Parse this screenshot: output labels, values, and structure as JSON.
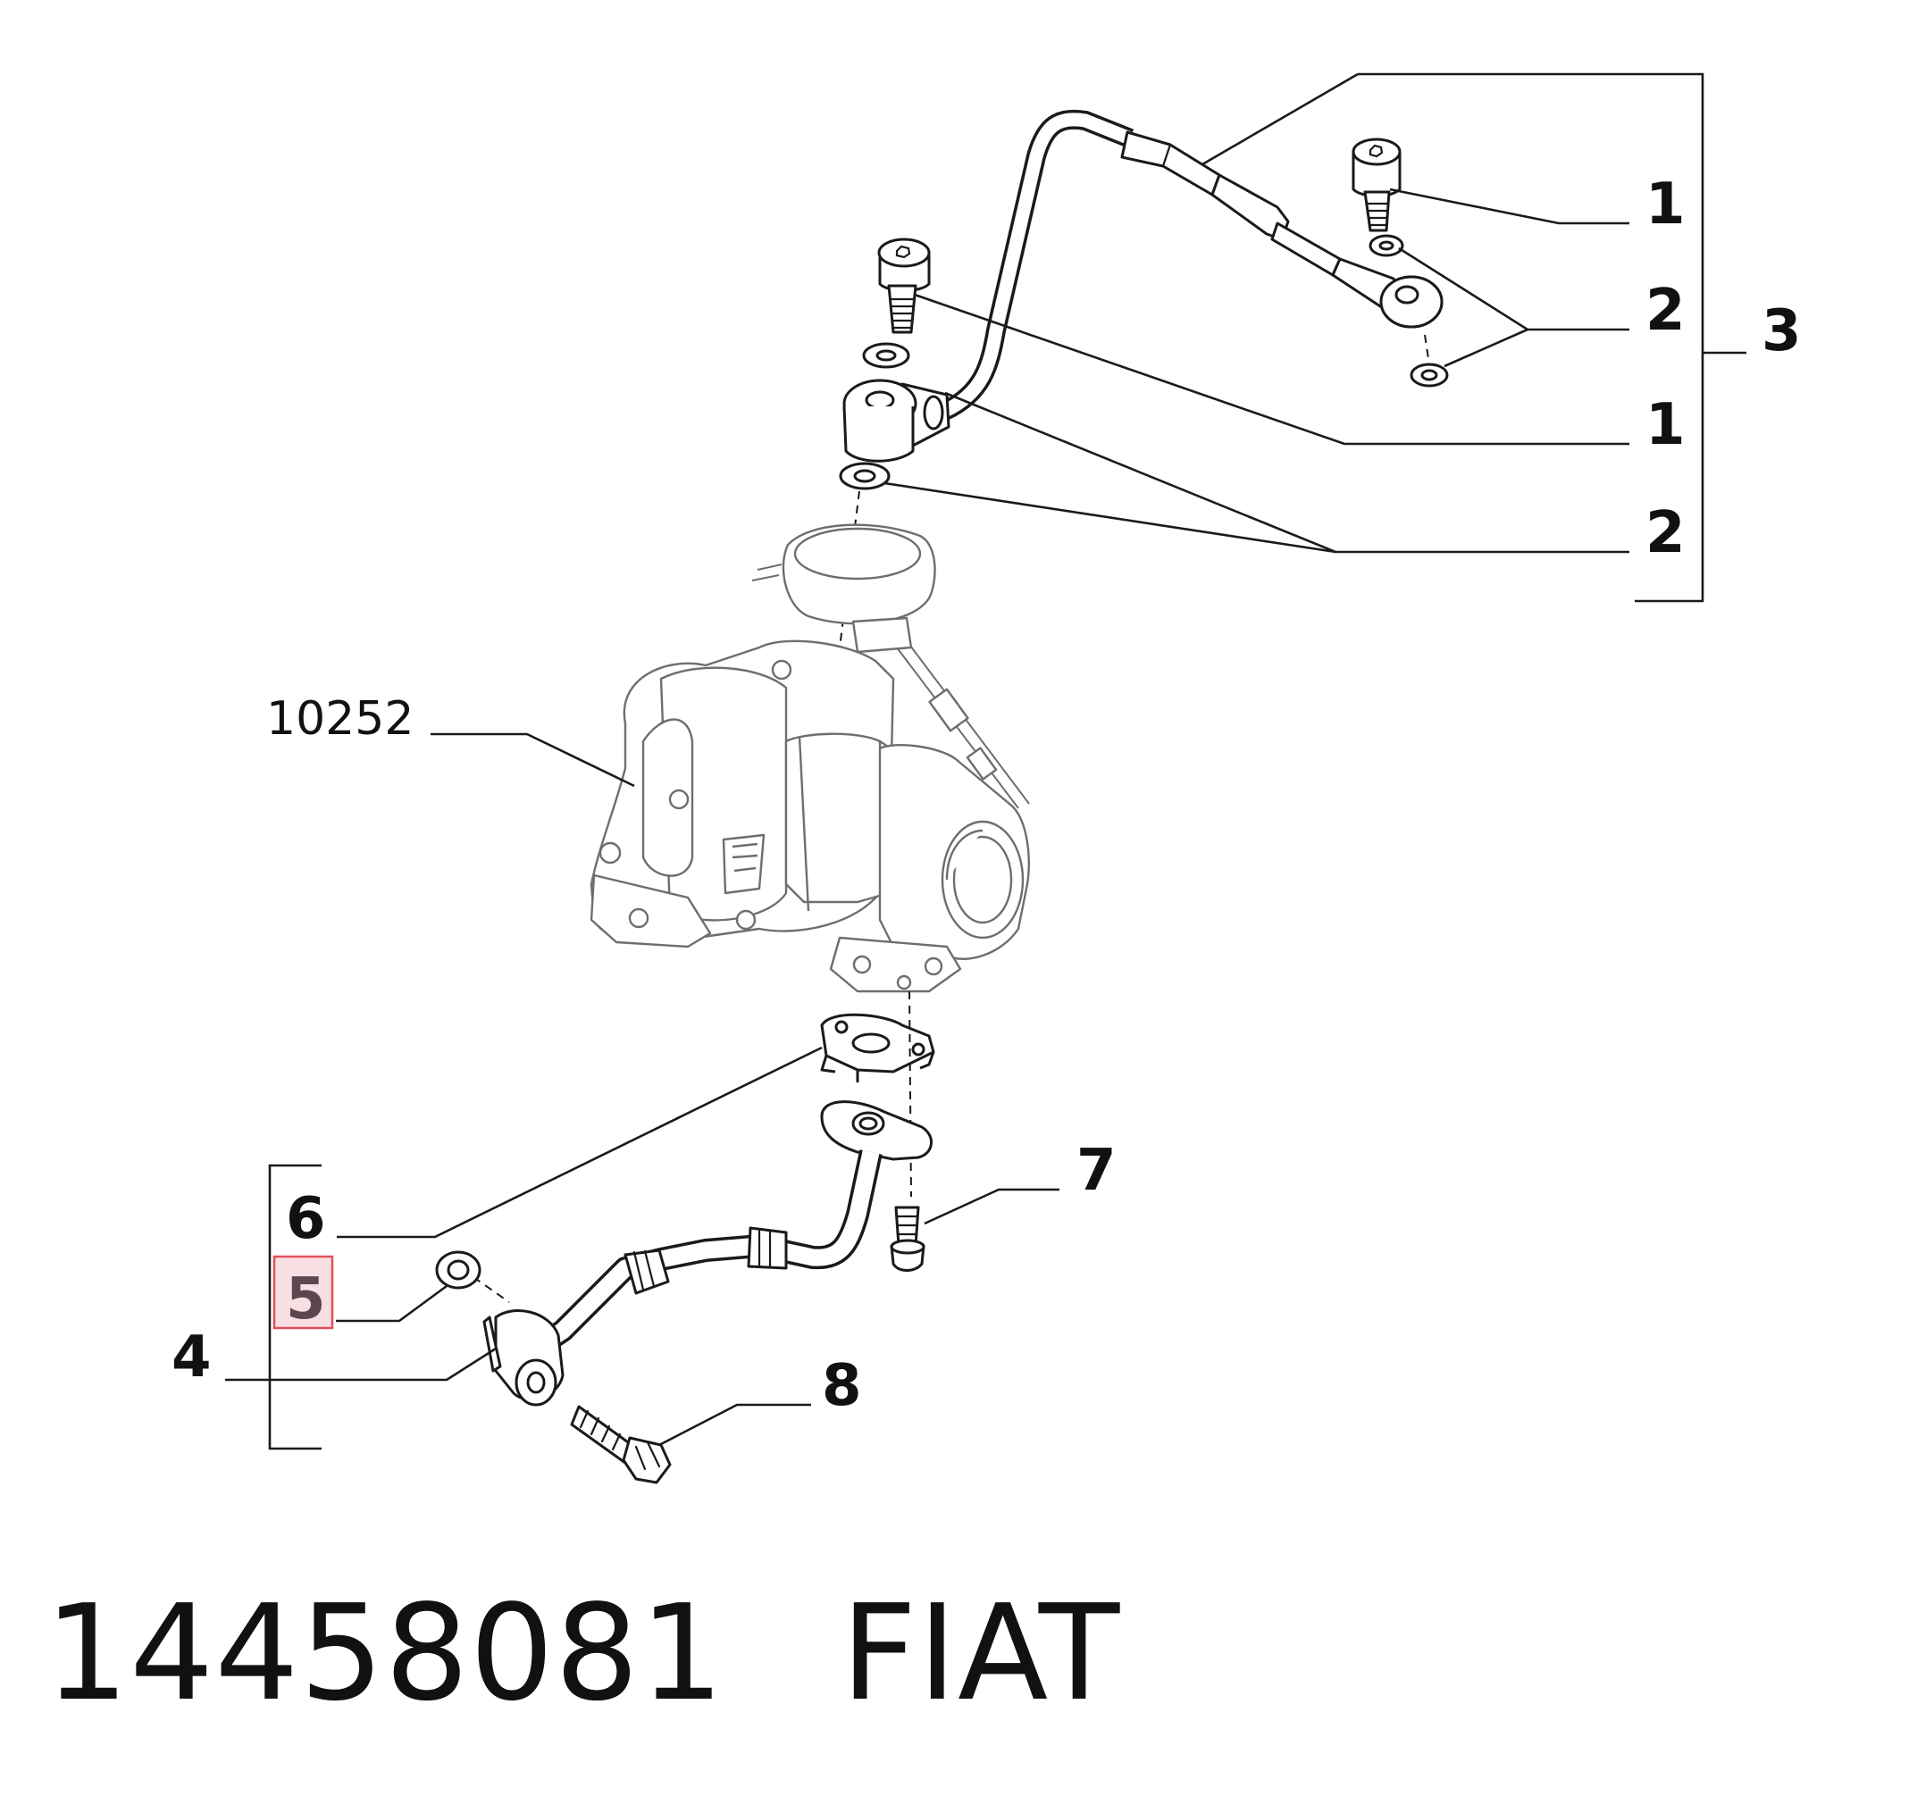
{
  "callouts": {
    "bolt_upper_right": "1",
    "washer_upper_right": "2",
    "pipe_assembly_upper": "3",
    "bolt_upper_left": "1",
    "washer_upper_left": "2",
    "turbocharger_ref": "10252",
    "pipe_assembly_lower": "4",
    "washer_lower": "5",
    "gasket_lower": "6",
    "bolt_flange": "7",
    "bolt_banjo": "8"
  },
  "highlighted_callout": "5",
  "footer": {
    "part_number": "14458081",
    "brand": "FIAT"
  },
  "colors": {
    "highlight_fill": "#f8dfe4",
    "highlight_border": "#e0505a",
    "line": "#1a1a1a",
    "turbo_outline": "#6e6e6e"
  }
}
